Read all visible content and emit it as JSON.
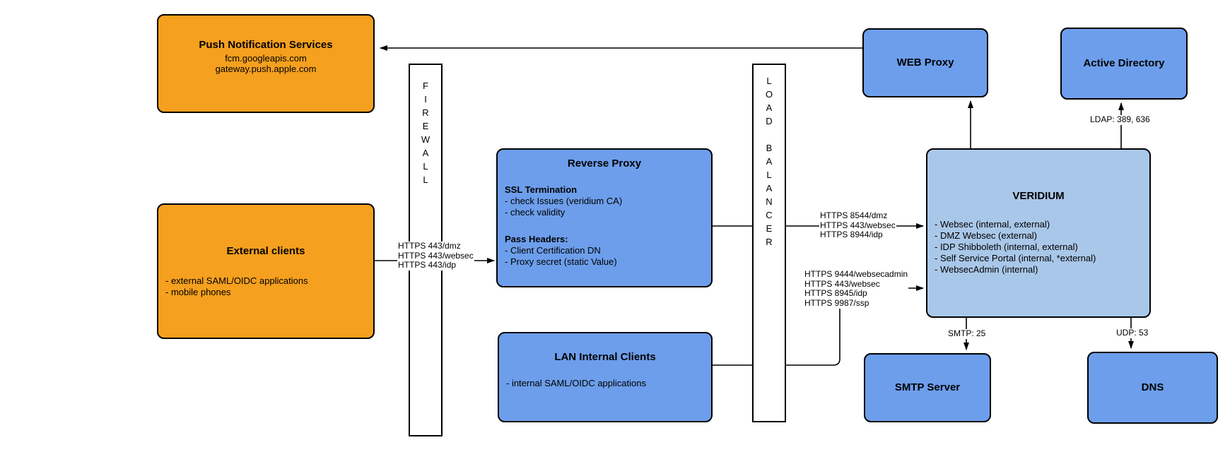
{
  "diagram": {
    "colors": {
      "orange": "#F5A01E",
      "blue": "#6D9EEB",
      "light_blue": "#A9C7E8",
      "line": "#000000",
      "background": "#FFFFFF"
    },
    "nodes": {
      "push_notification": {
        "title": "Push Notification Services",
        "lines": [
          "fcm.googleapis.com",
          "gateway.push.apple.com"
        ]
      },
      "external_clients": {
        "title": "External clients",
        "items": [
          "- external SAML/OIDC applications",
          "- mobile phones"
        ]
      },
      "firewall": {
        "label": "FIREWALL"
      },
      "load_balancer": {
        "label": "LOAD BALANCER"
      },
      "reverse_proxy": {
        "title": "Reverse Proxy",
        "sections": [
          {
            "heading": "SSL Termination",
            "items": [
              "- check Issues (veridium CA)",
              "- check validity"
            ]
          },
          {
            "heading": "Pass Headers:",
            "items": [
              "- Client Certification DN",
              "- Proxy secret (static Value)"
            ]
          }
        ]
      },
      "lan_internal_clients": {
        "title": "LAN Internal Clients",
        "items": [
          "- internal SAML/OIDC applications"
        ]
      },
      "web_proxy": {
        "title": "WEB Proxy"
      },
      "active_directory": {
        "title": "Active Directory"
      },
      "veridium": {
        "title": "VERIDIUM",
        "items": [
          "- Websec (internal, external)",
          "- DMZ Websec (external)",
          "- IDP Shibboleth (internal, external)",
          "- Self Service Portal (internal, *external)",
          "- WebsecAdmin (internal)"
        ]
      },
      "smtp_server": {
        "title": "SMTP Server"
      },
      "dns": {
        "title": "DNS"
      }
    },
    "edge_labels": {
      "external_to_reverse": [
        "HTTPS 443/dmz",
        "HTTPS 443/websec",
        "HTTPS 443/idp"
      ],
      "reverse_to_veridium": [
        "HTTPS 8544/dmz",
        "HTTPS 443/websec",
        "HTTPS 8944/idp"
      ],
      "lan_to_veridium": [
        "HTTPS 9444/websecadmin",
        "HTTPS 443/websec",
        "HTTPS 8945/idp",
        "HTTPS 9987/ssp"
      ],
      "veridium_to_ad": "LDAP: 389, 636",
      "veridium_to_smtp": "SMTP: 25",
      "veridium_to_dns": "UDP: 53"
    }
  }
}
